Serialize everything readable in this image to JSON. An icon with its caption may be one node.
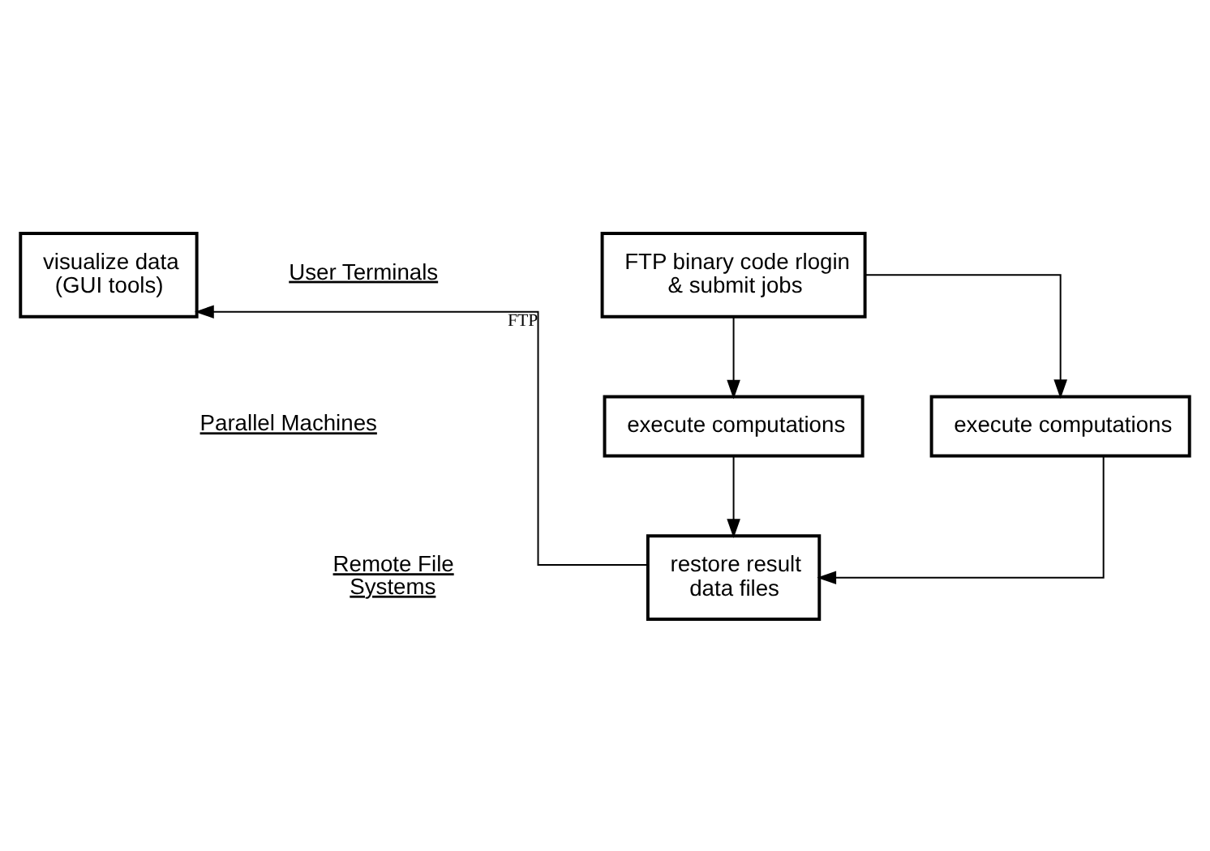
{
  "diagram": {
    "nodes": [
      {
        "text": [
          "FTP binary code rlogin & submit jobs"
        ]
      },
      {
        "text": [
          "visualize data (GUI tools)"
        ]
      },
      {
        "text": [
          "execute computations"
        ]
      },
      {
        "text": [
          "execute computations"
        ]
      },
      {
        "text": [
          "restore result data files"
        ]
      }
    ],
    "edges": [
      {
        "from": 0,
        "to": 2,
        "arrow": "to"
      },
      {
        "from": 0,
        "to": 3,
        "arrow": "to"
      },
      {
        "from": 2,
        "to": 4,
        "arrow": "to"
      },
      {
        "from": 3,
        "to": 4,
        "arrow": "to"
      },
      {
        "from": 4,
        "to": 1,
        "arrow": "to",
        "label": "FTP"
      }
    ],
    "labels": [
      "User Terminals",
      "Parallel Machines",
      "Remote File Systems"
    ]
  }
}
